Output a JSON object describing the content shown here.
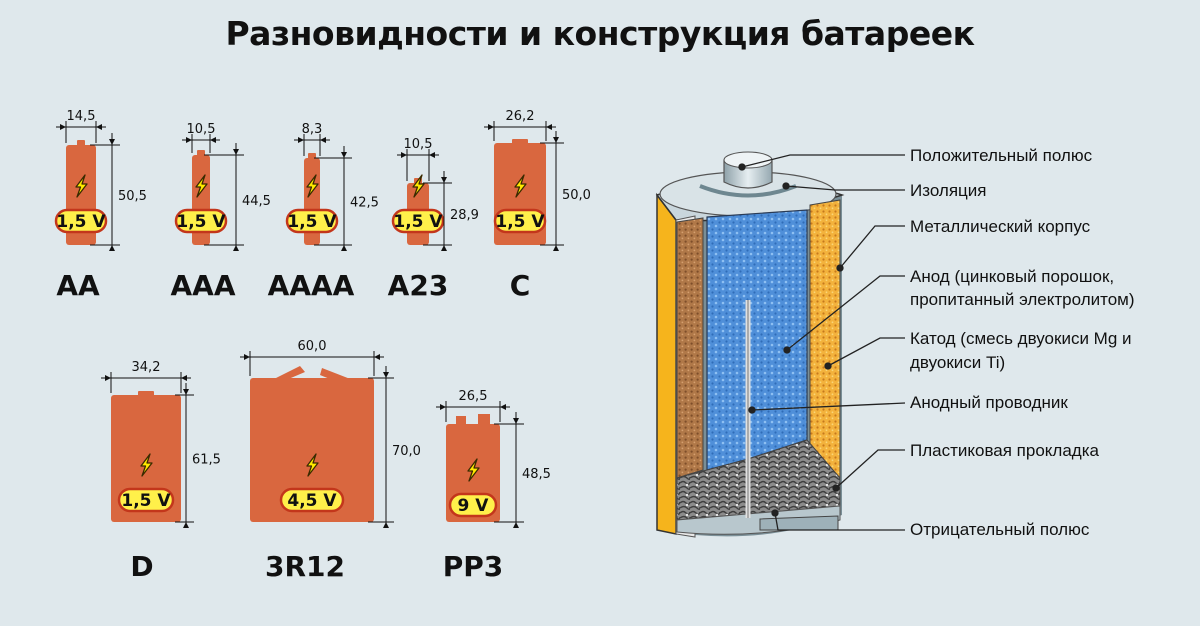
{
  "title": "Разновидности и конструкция батареек",
  "colors": {
    "background": "#dfe8ec",
    "battery_body": "#d9673f",
    "voltage_badge": "#fff04a",
    "badge_border": "#c3361b",
    "anode_blue": "#4f8fd9",
    "cathode_orange": "#f3b23c",
    "casing_yellow": "#f6b41c"
  },
  "batteries": [
    {
      "name": "AA",
      "voltage": "1,5 V",
      "width": "14,5",
      "height": "50,5"
    },
    {
      "name": "AAA",
      "voltage": "1,5 V",
      "width": "10,5",
      "height": "44,5"
    },
    {
      "name": "AAAA",
      "voltage": "1,5 V",
      "width": "8,3",
      "height": "42,5"
    },
    {
      "name": "A23",
      "voltage": "1,5 V",
      "width": "10,5",
      "height": "28,9"
    },
    {
      "name": "C",
      "voltage": "1,5 V",
      "width": "26,2",
      "height": "50,0"
    },
    {
      "name": "D",
      "voltage": "1,5 V",
      "width": "34,2",
      "height": "61,5"
    },
    {
      "name": "3R12",
      "voltage": "4,5 V",
      "width": "60,0",
      "height": "70,0"
    },
    {
      "name": "PP3",
      "voltage": "9 V",
      "width": "26,5",
      "height": "48,5"
    }
  ],
  "callouts": [
    "Положительный полюс",
    "Изоляция",
    "Металлический корпус",
    "Анод (цинковый порошок,",
    "пропитанный электролитом)",
    "Катод (смесь двуокиси Mg и",
    "двуокиси Ti)",
    "Анодный проводник",
    "Пластиковая прокладка",
    "Отрицательный полюс"
  ],
  "icons": {
    "bolt": "lightning-bolt-icon"
  }
}
